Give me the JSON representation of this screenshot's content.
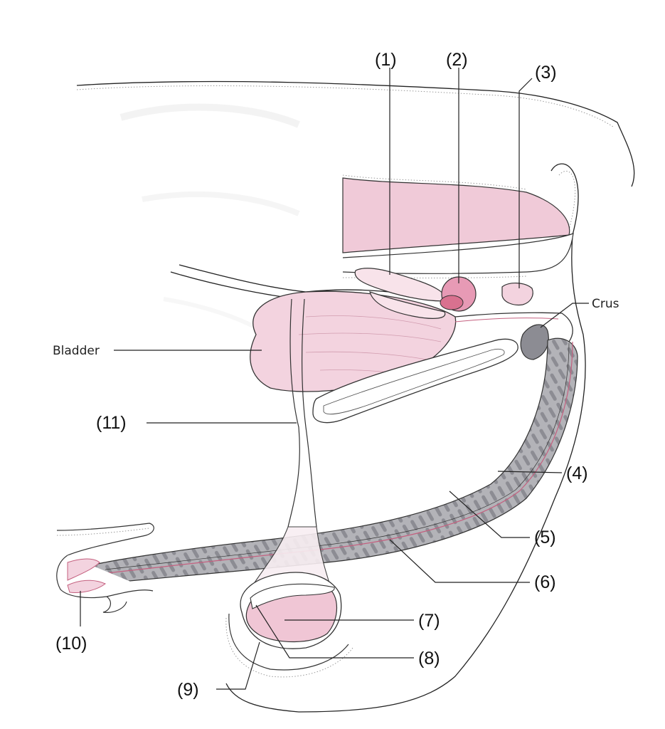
{
  "labels": {
    "l1": "(1)",
    "l2": "(2)",
    "l3": "(3)",
    "l4": "(4)",
    "l5": "(5)",
    "l6": "(6)",
    "l7": "(7)",
    "l8": "(8)",
    "l9": "(9)",
    "l10": "(10)",
    "l11": "(11)",
    "crus": "Crus",
    "bladder": "Bladder"
  },
  "colors": {
    "pink_fill": "#f3d3df",
    "pink_light": "#f8e3ea",
    "pink_edge": "#c4607f",
    "gray_tissue": "#a9a9ae",
    "gray_dark": "#8c8c93",
    "outline": "#222222"
  }
}
